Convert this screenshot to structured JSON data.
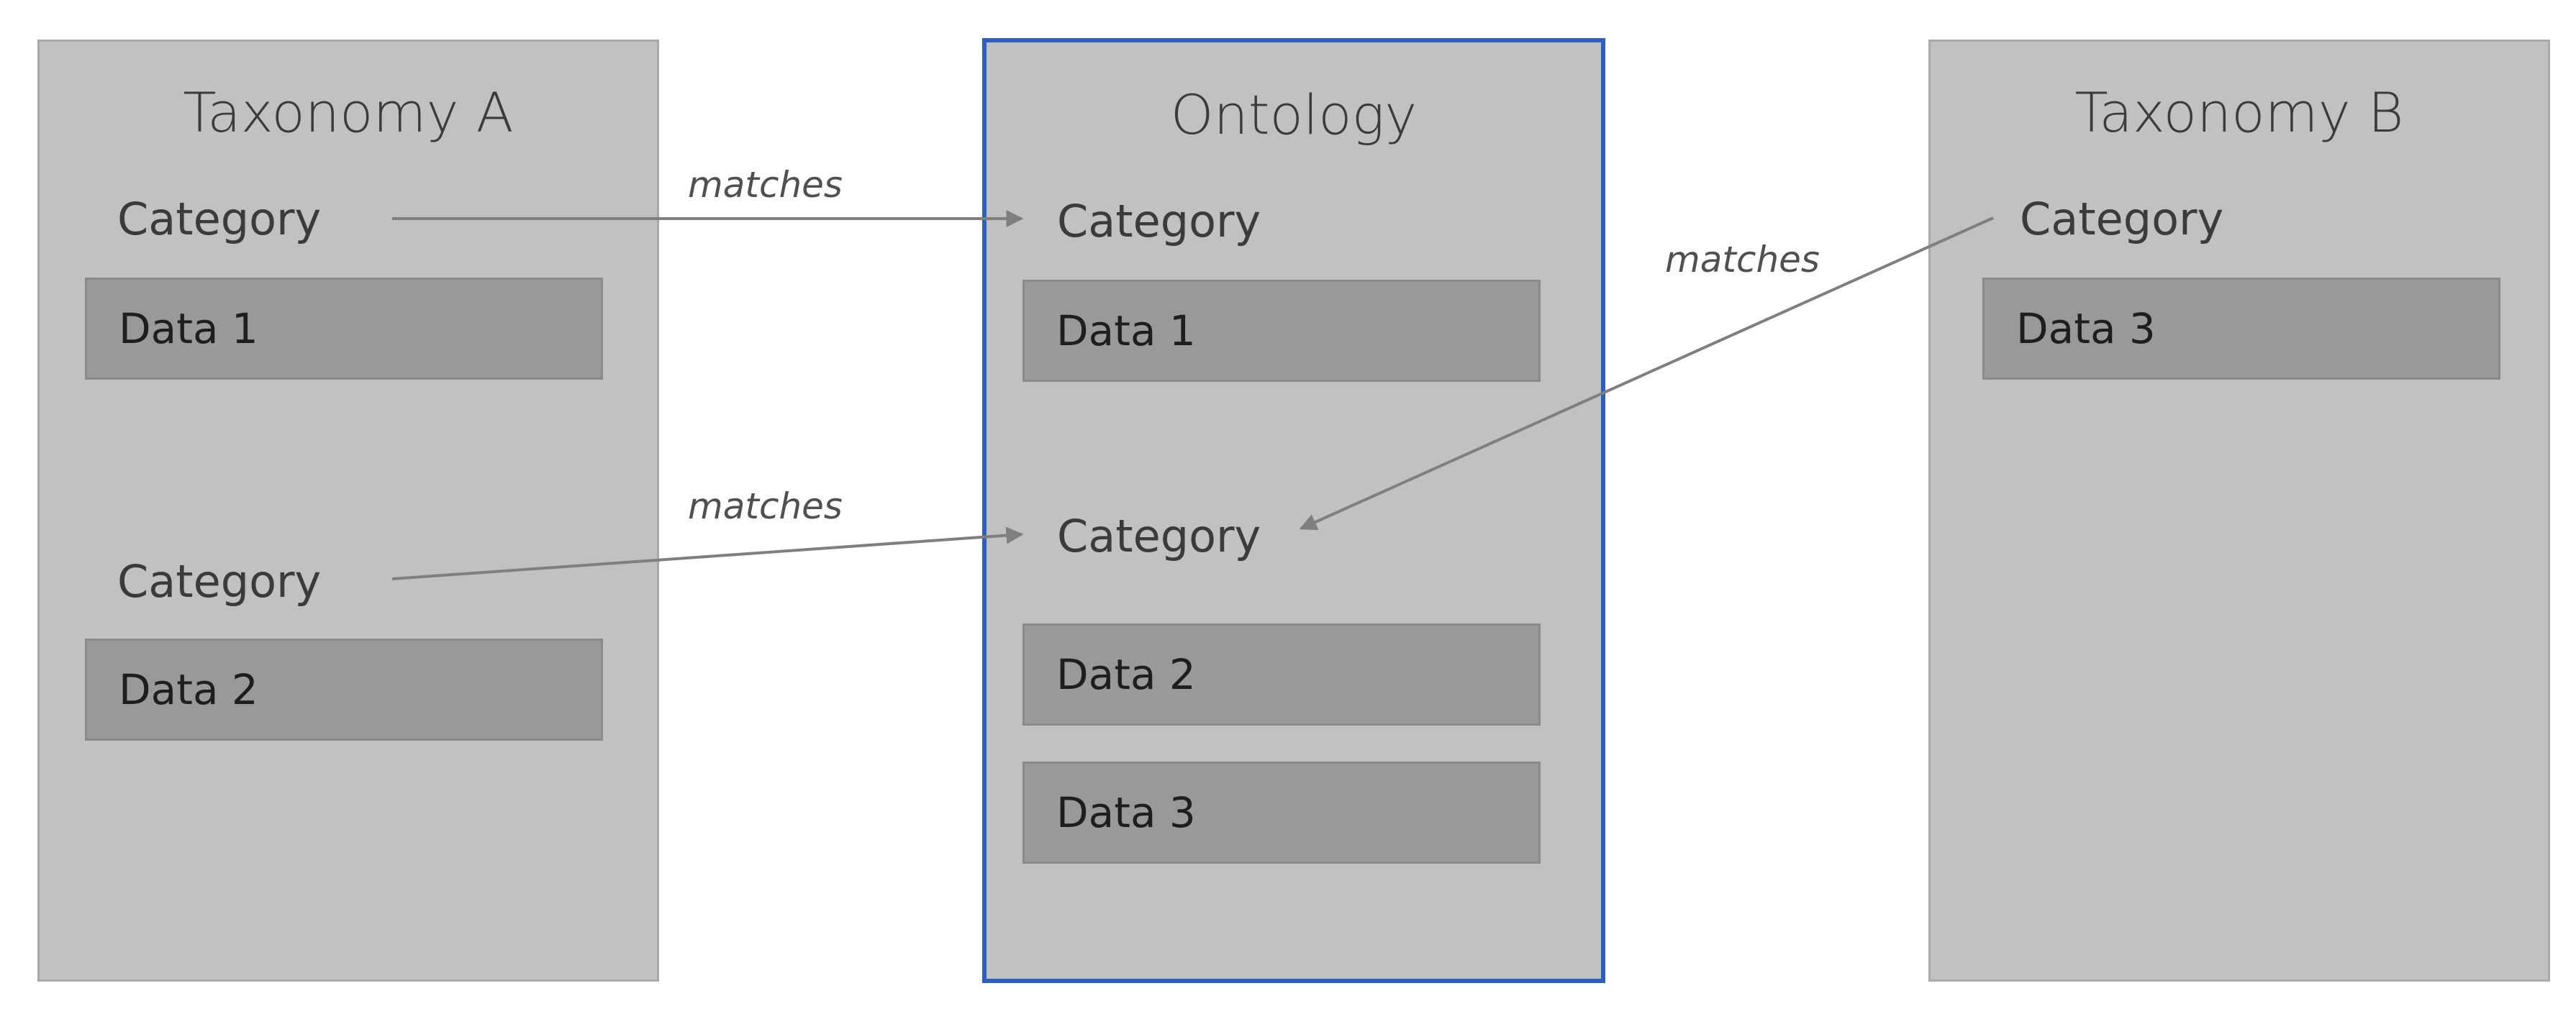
{
  "colors": {
    "panel_fill": "#c1c1c3",
    "panel_border": "#a9a9ab",
    "highlight_border": "#2f5fbd",
    "data_box_fill": "#999999",
    "arrow": "#7f7f7f",
    "text": "#3b3b3b"
  },
  "taxonomy_a": {
    "title": "Taxonomy A",
    "category_1": "Category",
    "data_1": "Data 1",
    "category_2": "Category",
    "data_2": "Data 2"
  },
  "ontology": {
    "title": "Ontology",
    "category_1": "Category",
    "data_1": "Data 1",
    "category_2": "Category",
    "data_2": "Data 2",
    "data_3": "Data 3"
  },
  "taxonomy_b": {
    "title": "Taxonomy B",
    "category_1": "Category",
    "data_3": "Data 3"
  },
  "relations": {
    "a_cat1_to_ontology_cat1": "matches",
    "a_cat2_to_ontology_cat2": "matches",
    "b_cat1_to_ontology_cat2": "matches"
  }
}
